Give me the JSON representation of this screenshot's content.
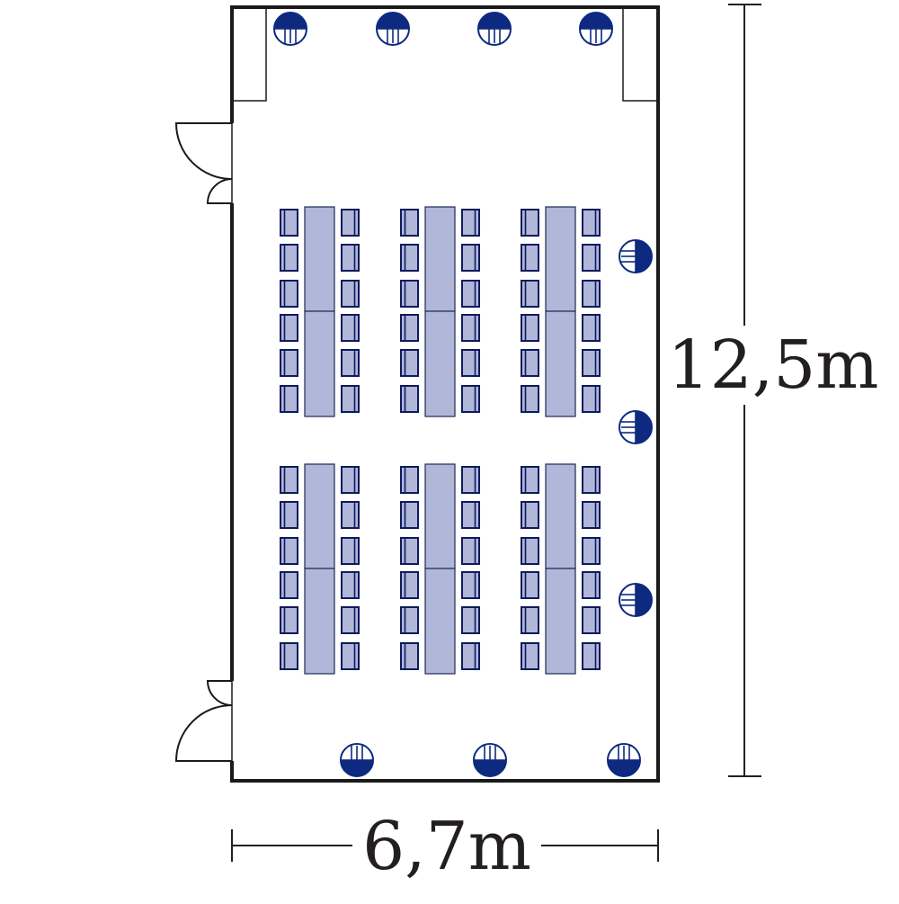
{
  "dimensions": {
    "height_label": "12,5m",
    "width_label": "6,7m"
  },
  "colors": {
    "wall": "#1a1a1a",
    "table_fill": "#b0b7d8",
    "table_stroke": "#1e2a55",
    "chair_fill": "#b0b7d8",
    "chair_stroke": "#0e1a5e",
    "outlet_fill": "#0d2a80",
    "outlet_stroke": "#0d2a80"
  },
  "icons": {
    "outlet": "power-outlet-icon",
    "door": "door-swing-icon"
  },
  "layout": {
    "table_groups": 6,
    "chairs_per_side": 6,
    "segments_per_table": 2
  }
}
